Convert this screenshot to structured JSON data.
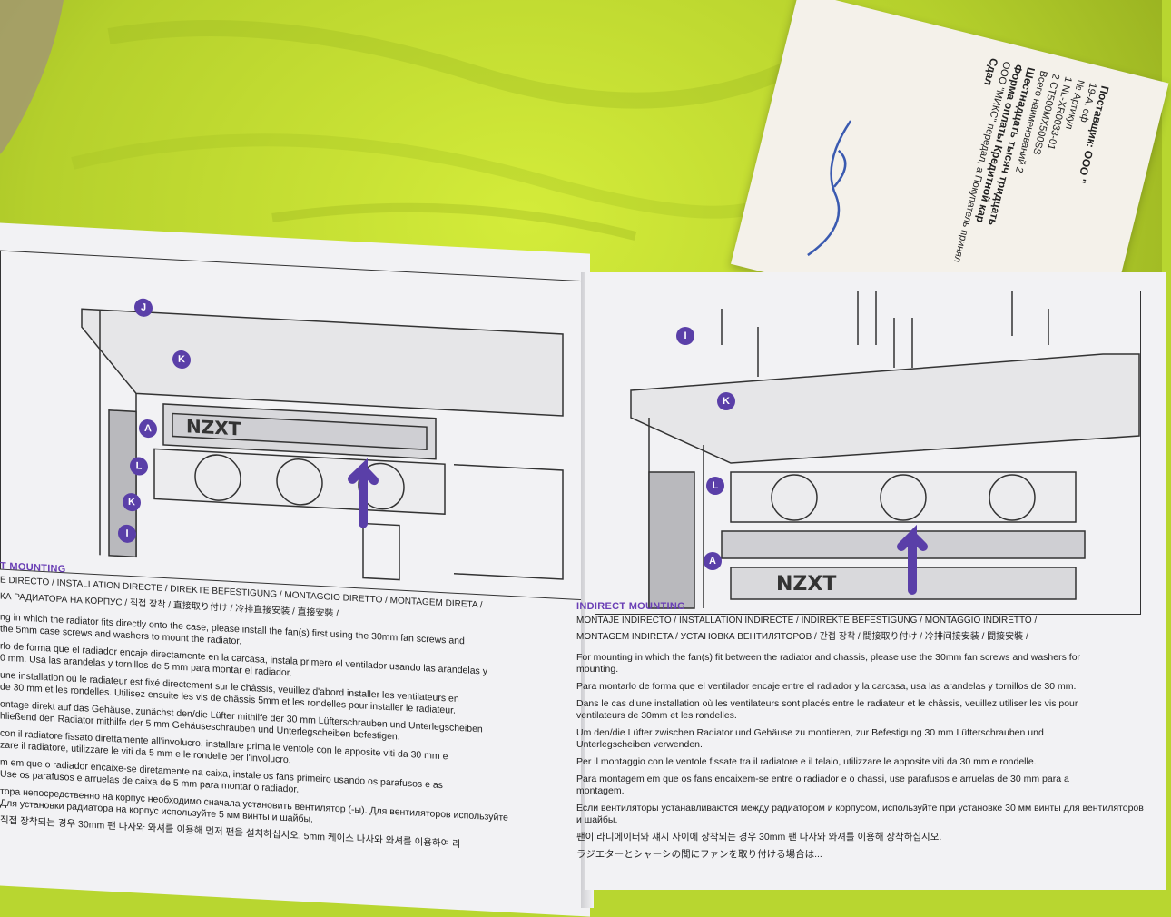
{
  "receipt": {
    "lines": [
      "Поставщик:  ООО \"",
      "19-А, оф",
      "№   Артикул",
      "1   NL-XR0033-01",
      "2   CT500MX500SS",
      "Всего наименований 2",
      "Шестнадцать тысяч тридцать",
      "Форма оплаты Кредитной кар",
      "ООО \"МИКС\" передал, а Покупатель принял",
      "Сдал"
    ]
  },
  "left_page": {
    "badges": [
      "J",
      "K",
      "A",
      "L",
      "K",
      "I"
    ],
    "logo": "NZXT",
    "heading": "T MOUNTING",
    "lang_lines": [
      "E DIRECTO / INSTALLATION DIRECTE / DIREKTE BEFESTIGUNG / MONTAGGIO DIRETTO / MONTAGEM DIRETA /",
      "КА РАДИАТОРА НА КОРПУС / 직접 장착 / 直接取り付け / 冷排直接安装 / 直接安裝 /"
    ],
    "paragraphs": [
      "ng in which the radiator fits directly onto the case, please install the fan(s) first using the 30mm fan screws and",
      "the 5mm case screws and washers to mount the radiator.",
      "rlo de forma que el radiador encaje directamente en la carcasa, instala primero el ventilador usando las arandelas y",
      "0 mm. Usa las arandelas y tornillos de 5 mm para montar el radiador.",
      "une installation où le radiateur est fixé directement sur le châssis, veuillez d'abord installer les ventilateurs en",
      "de 30 mm et les rondelles. Utilisez ensuite les vis de châssis 5mm et les rondelles pour installer le radiateur.",
      "ontage direkt auf das Gehäuse, zunächst den/die Lüfter mithilfe der 30 mm Lüfterschrauben und Unterlegscheiben",
      "hließend den Radiator mithilfe der 5 mm Gehäuseschrauben und Unterlegscheiben befestigen.",
      "con il radiatore fissato direttamente all'involucro, installare prima le ventole con le apposite viti da 30 mm e",
      "zare il radiatore, utilizzare le viti da 5 mm e le rondelle per l'involucro.",
      "m em que o radiador encaixe-se diretamente na caixa, instale os fans primeiro usando os parafusos e as",
      "Use os parafusos e arruelas de caixa de 5 mm para montar o radiador.",
      "тора непосредственно на корпус необходимо сначала установить вентилятор (-ы). Для вентиляторов используйте",
      "Для установки радиатора на корпус используйте 5 мм винты и шайбы.",
      "직접 장착되는 경우 30mm 팬 나사와 와셔를 이용해 먼저 팬을 설치하십시오. 5mm 케이스 나사와 와셔를 이용하여 라"
    ]
  },
  "right_page": {
    "badges": [
      "I",
      "K",
      "L",
      "A"
    ],
    "logo": "NZXT",
    "heading": "INDIRECT MOUNTING",
    "lang_lines": [
      "MONTAJE INDIRECTO / INSTALLATION INDIRECTE / INDIREKTE BEFESTIGUNG / MONTAGGIO INDIRETTO /",
      "MONTAGEM INDIRETA / УСТАНОВКА ВЕНТИЛЯТОРОВ / 간접 장착 / 間接取り付け / 冷排间接安装 / 間接安裝 /"
    ],
    "paragraphs": [
      "For mounting in which the fan(s) fit between the radiator and chassis, please use the 30mm fan screws and washers for",
      "mounting.",
      "Para montarlo de forma que el ventilador encaje entre el radiador y la carcasa, usa las arandelas y tornillos de 30 mm.",
      "Dans le cas d'une installation où les ventilateurs sont placés entre le radiateur et le châssis, veuillez utiliser les vis pour",
      "ventilateurs de 30mm et les rondelles.",
      "Um den/die Lüfter zwischen Radiator und Gehäuse zu montieren, zur Befestigung 30 mm Lüfterschrauben und",
      "Unterlegscheiben verwenden.",
      "Per il montaggio con le ventole fissate tra il radiatore e il telaio, utilizzare le apposite viti da 30 mm e rondelle.",
      "Para montagem em que os fans encaixem-se entre o radiador e o chassi, use parafusos e arruelas de 30 mm para a",
      "montagem.",
      "Если вентиляторы устанавливаются между радиатором и корпусом, используйте при установке 30 мм винты для вентиляторов",
      "и шайбы.",
      "팬이 라디에이터와 섀시 사이에 장착되는 경우 30mm 팬 나사와 와셔를 이용해 장착하십시오.",
      "ラジエターとシャーシの間にファンを取り付ける場合は..."
    ]
  },
  "colors": {
    "accent": "#6a3fb5",
    "badge": "#5a3fa8",
    "fabric": "#b8d630"
  }
}
